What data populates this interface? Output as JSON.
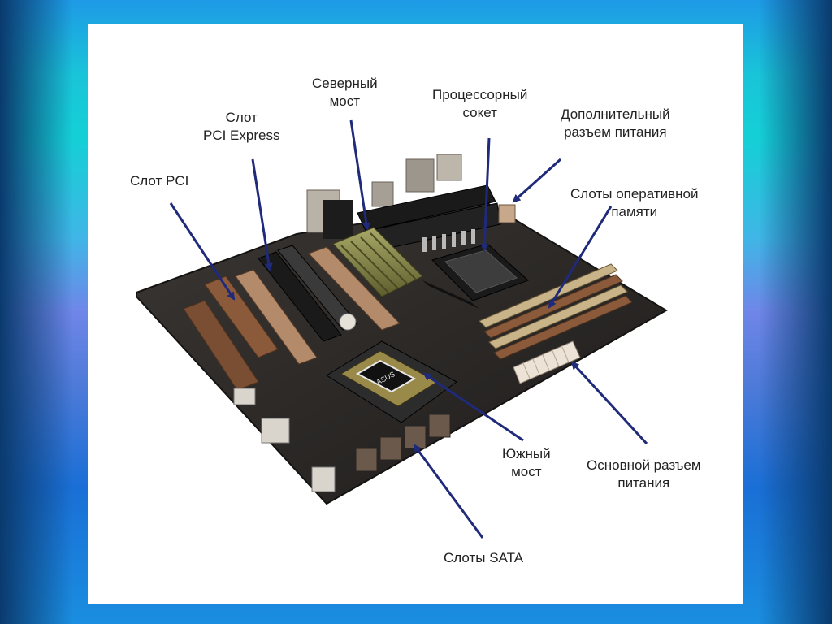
{
  "labels": {
    "pci_slot": "Слот PCI",
    "pcie_slot_line1": "Слот",
    "pcie_slot_line2": "PCI Express",
    "northbridge_line1": "Северный",
    "northbridge_line2": "мост",
    "cpu_socket_line1": "Процессорный",
    "cpu_socket_line2": "сокет",
    "aux_power_line1": "Дополнительный",
    "aux_power_line2": "разъем питания",
    "ram_slots_line1": "Слоты оперативной",
    "ram_slots_line2": "памяти",
    "southbridge_line1": "Южный",
    "southbridge_line2": "мост",
    "main_power_line1": "Основной разъем",
    "main_power_line2": "питания",
    "sata_slots": "Слоты SATA"
  },
  "board_logo": "ASUS",
  "colors": {
    "arrow": "#1f2a7a",
    "pcb": "#2b2826",
    "slot_brown": "#8a5a3a",
    "slot_tan": "#c9b48a",
    "heatsink_olive": "#8c8c4a"
  }
}
